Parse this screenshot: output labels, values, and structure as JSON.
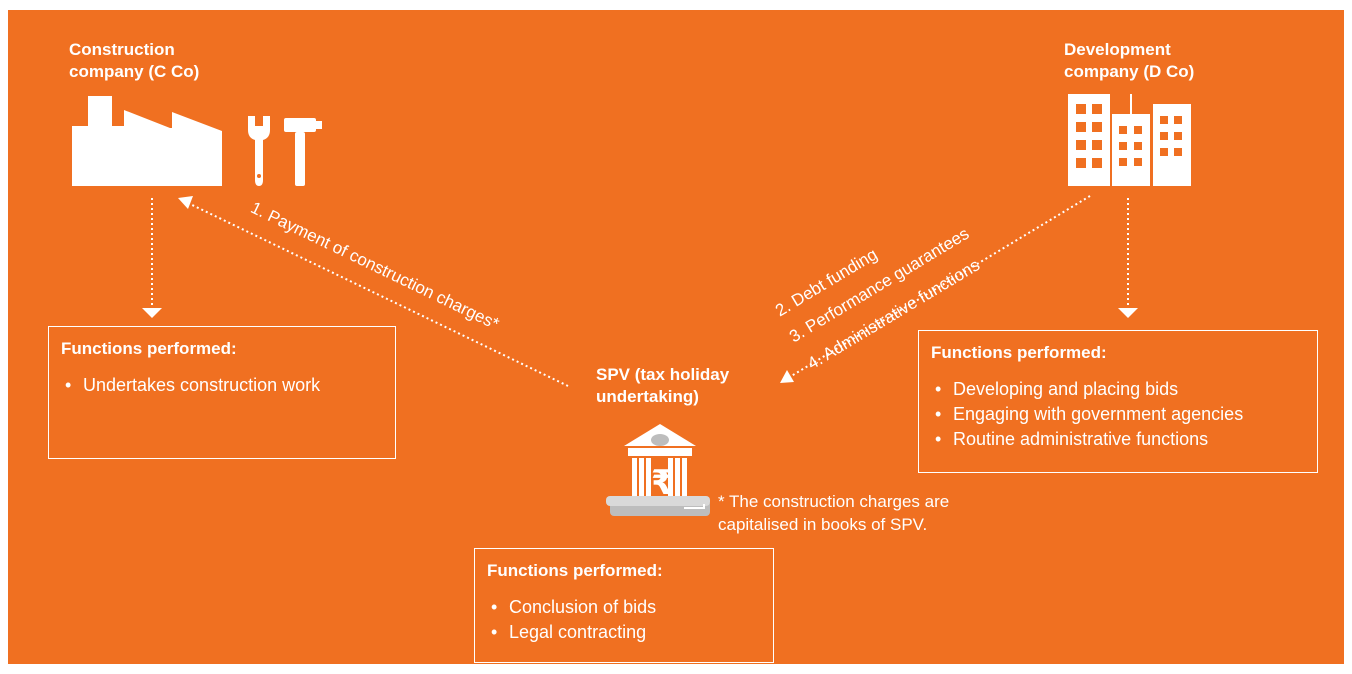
{
  "colors": {
    "background": "#F07021",
    "foreground": "#FFFFFF",
    "icon_shadow": "#BDBDBD"
  },
  "c_co": {
    "title_line1": "Construction",
    "title_line2": "company (C Co)",
    "icons": [
      "factory-icon",
      "wrench-icon",
      "hammer-icon"
    ],
    "functions_heading": "Functions performed:",
    "functions": [
      "Undertakes construction work"
    ]
  },
  "d_co": {
    "title_line1": "Development",
    "title_line2": "company (D Co)",
    "icons": [
      "buildings-icon"
    ],
    "functions_heading": "Functions performed:",
    "functions": [
      "Developing and placing bids",
      "Engaging with government agencies",
      "Routine administrative functions"
    ]
  },
  "spv": {
    "title_line1": "SPV (tax holiday",
    "title_line2": "undertaking)",
    "icons": [
      "bank-rupee-icon"
    ],
    "functions_heading": "Functions performed:",
    "functions": [
      "Conclusion of bids",
      "Legal contracting"
    ]
  },
  "flows": {
    "payment": "1. Payment of construction charges*",
    "debt": "2. Debt funding",
    "guarantees": "3. Performance guarantees",
    "admin": "4. Administrative functions"
  },
  "footnote": {
    "line1": "* The construction charges are",
    "line2": "capitalised in books of SPV."
  }
}
